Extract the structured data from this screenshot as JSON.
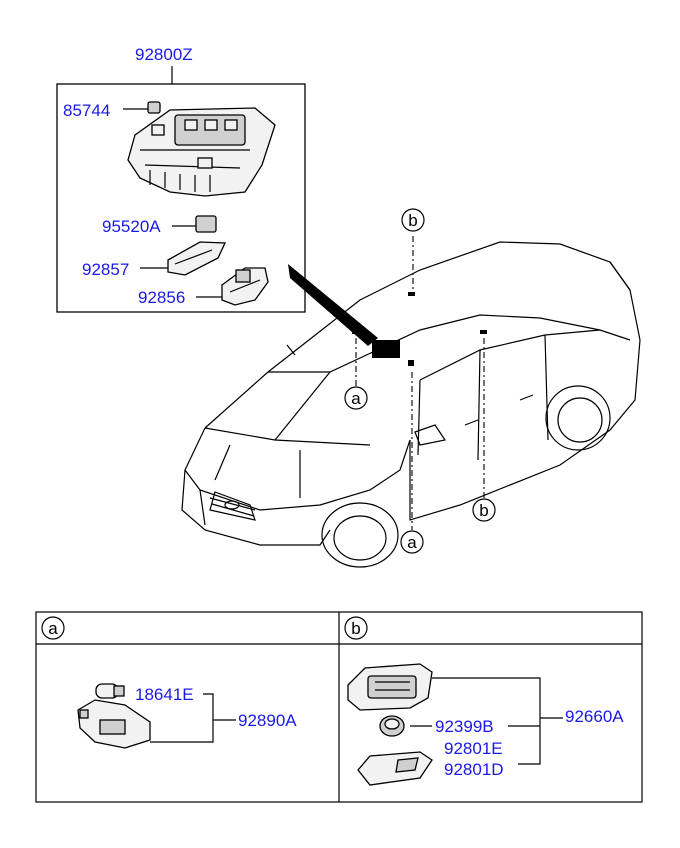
{
  "assembly": {
    "main_part": "92800Z",
    "parts": {
      "p85744": "85744",
      "p95520A": "95520A",
      "p92857": "92857",
      "p92856": "92856"
    }
  },
  "callouts": {
    "b_top": "b",
    "a_left": "a",
    "a_bottom": "a",
    "b_pillar": "b"
  },
  "table": {
    "col_a": {
      "header": "a",
      "parts": {
        "p18641E": "18641E",
        "p92890A": "92890A"
      }
    },
    "col_b": {
      "header": "b",
      "parts": {
        "p92660A": "92660A",
        "p92399B": "92399B",
        "p92801E": "92801E",
        "p92801D": "92801D"
      }
    }
  },
  "colors": {
    "part_number": "#1a1ae6",
    "line": "#000000"
  }
}
